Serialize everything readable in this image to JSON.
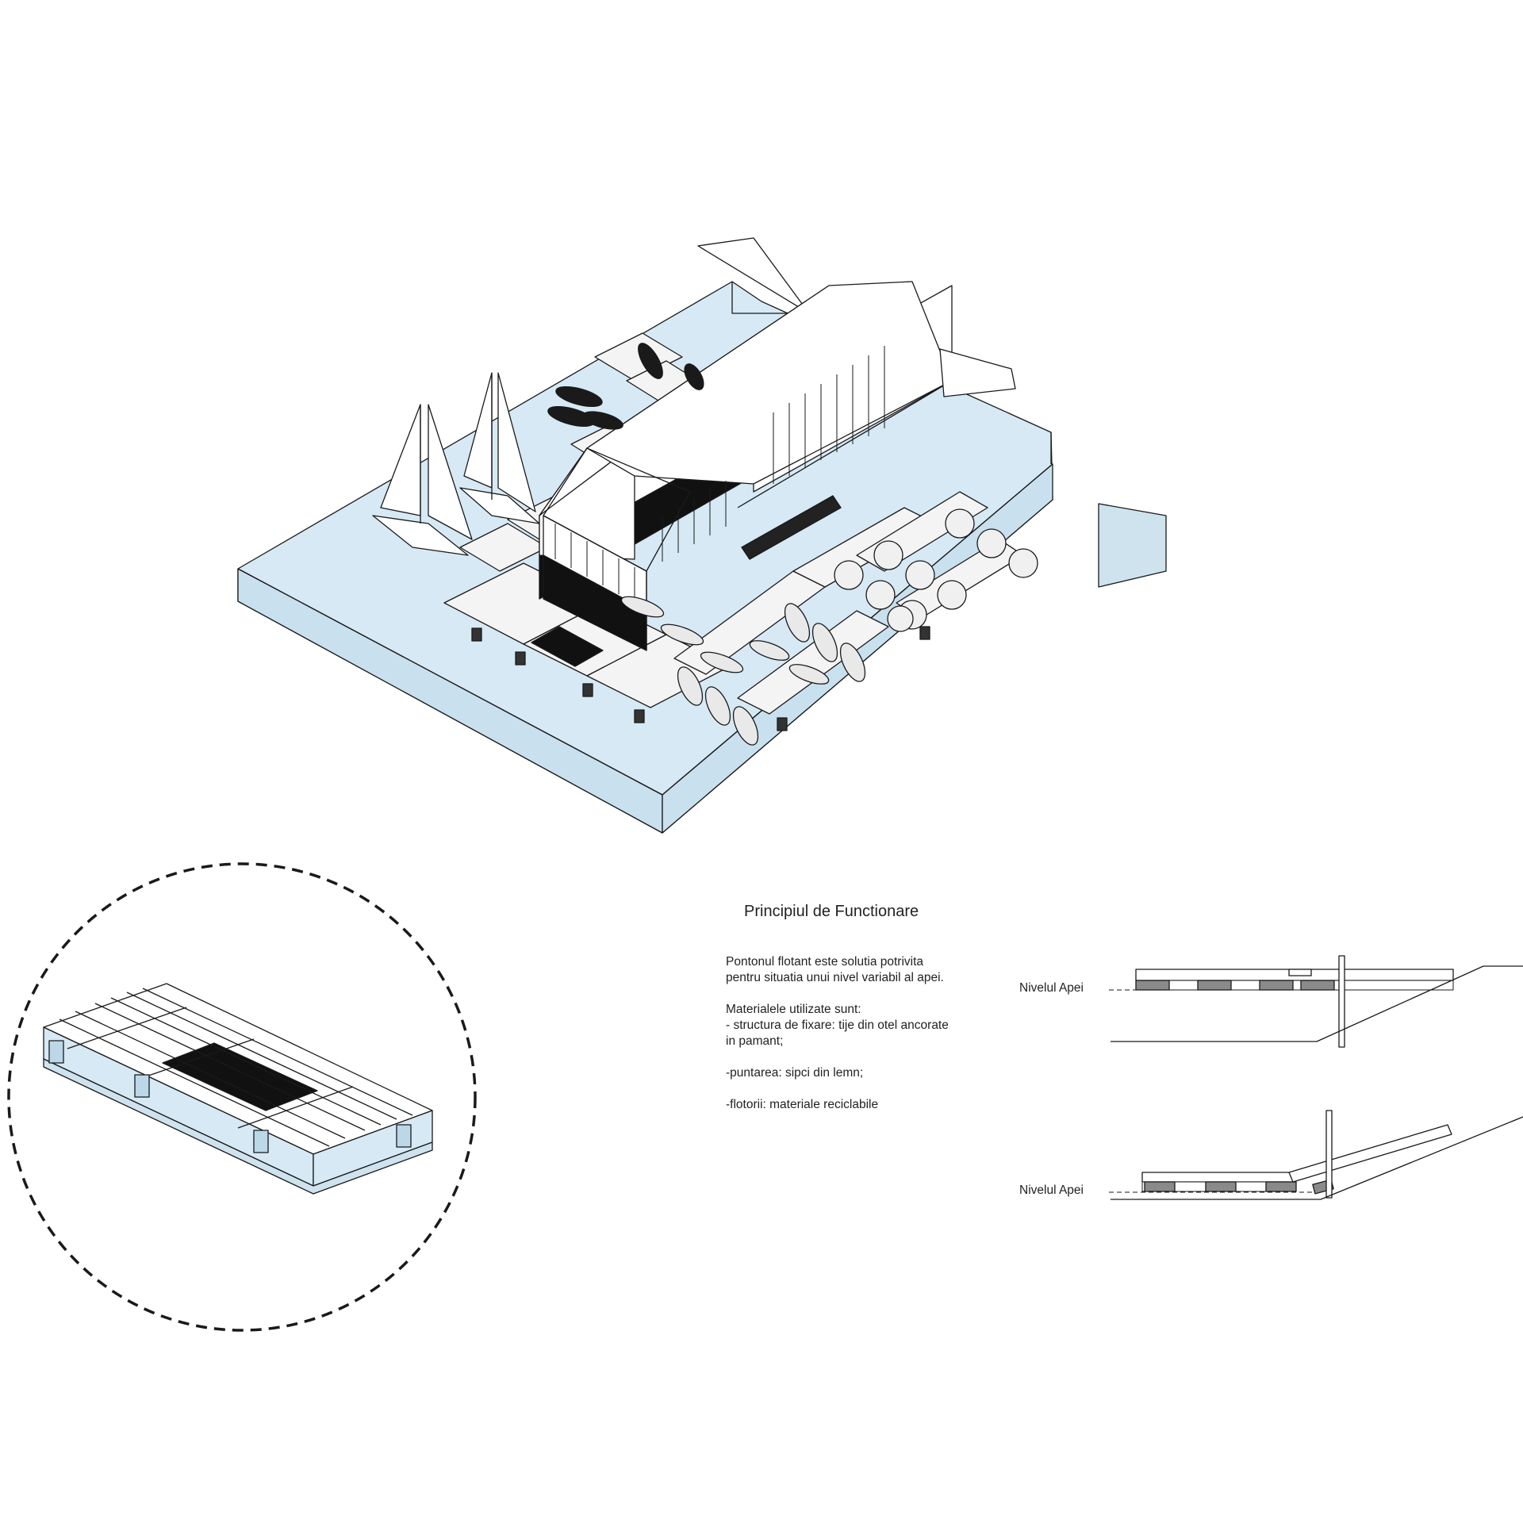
{
  "title": "Principiul de Functionare",
  "paragraphs": [
    "Pontonul flotant este solutia potrivita\npentru situatia unui nivel variabil al apei.",
    "Materialele utilizate sunt:\n- structura de fixare: tije din otel ancorate\nin pamant;",
    "-puntarea: sipci din lemn;",
    "-flotorii: materiale reciclabile"
  ],
  "water_level_label": "Nivelul Apei",
  "colors": {
    "water": "#d6e9f4",
    "line": "#1a1a1a",
    "float": "#8a8a8a",
    "paper": "#ffffff"
  }
}
